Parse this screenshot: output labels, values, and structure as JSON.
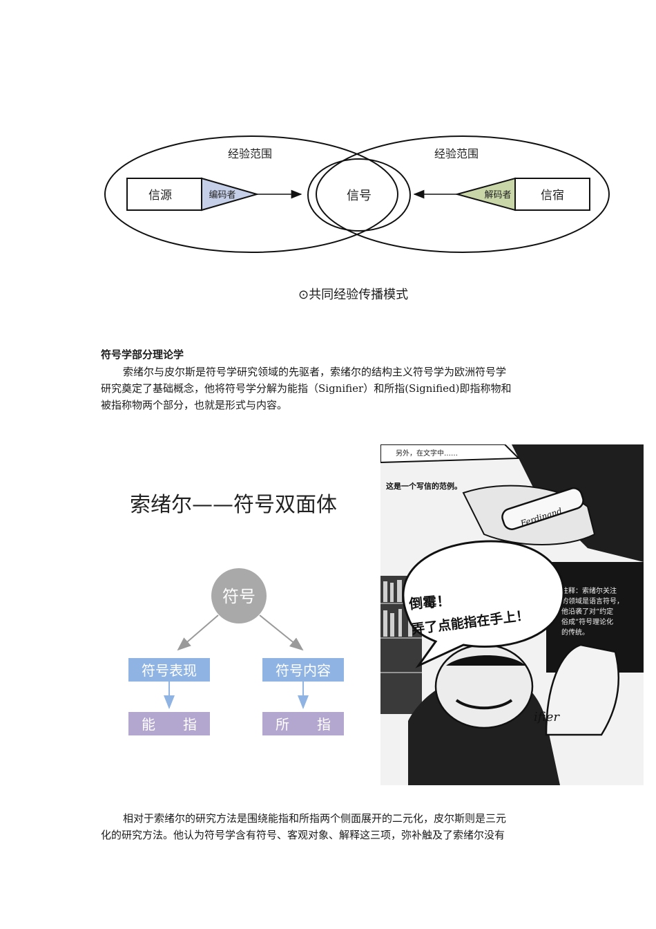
{
  "diagram1": {
    "left_field_label": "经验范围",
    "right_field_label": "经验范围",
    "source": "信源",
    "encoder": "编码者",
    "signal": "信号",
    "decoder": "解码者",
    "receiver": "信宿",
    "caption": "⊙共同经验传播模式",
    "colors": {
      "encoder_fill": "#c5d0e8",
      "decoder_fill": "#c8d6a8"
    }
  },
  "section": {
    "heading": "符号学部分理论学",
    "para1_lines": [
      "索绪尔与皮尔斯是符号学研究领域的先驱者，索绪尔的结构主义符号学为欧洲符号学",
      "研究奠定了基础概念，他将符号学分解为能指（Signifier）和所指(Signified)即指称物和",
      "被指称物两个部分，也就是形式与内容。"
    ]
  },
  "diagram2": {
    "title": "索绪尔——符号双面体",
    "root": "符号",
    "left_box": "符号表现",
    "right_box": "符号内容",
    "left_leaf": "能　　指",
    "right_leaf": "所　　指",
    "colors": {
      "root": "#a9a9a9",
      "middle": "#8fb4e3",
      "leaf": "#b3a6cf"
    }
  },
  "comic": {
    "top_caption": "另外，在文字中……",
    "narration": "这是一个写信的范例。",
    "pen_brand": "Ferdinand",
    "bubble_line1": "倒霉！",
    "bubble_line2": "弄了点能指在手上！",
    "note_lines": [
      "注释：索绪尔关注",
      "的领域是语言符号，",
      "他沿袭了对“约定",
      "俗成”符号理论化",
      "的传统。"
    ],
    "hand_text": "ifier"
  },
  "para2_lines": [
    "相对于索绪尔的研究方法是围绕能指和所指两个侧面展开的二元化，皮尔斯则是三元",
    "化的研究方法。他认为符号学含有符号、客观对象、解释这三项，弥补触及了索绪尔没有"
  ]
}
